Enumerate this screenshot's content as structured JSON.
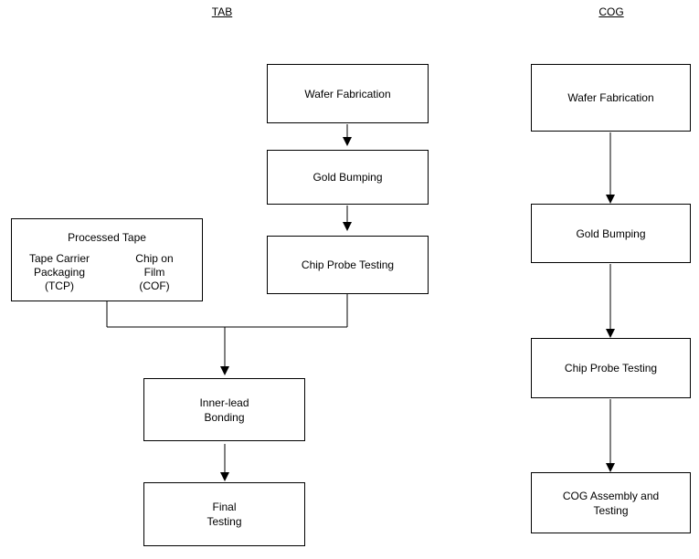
{
  "diagram": {
    "columns": [
      {
        "id": "tab",
        "title": "TAB"
      },
      {
        "id": "cog",
        "title": "COG"
      }
    ],
    "tab_nodes": {
      "wafer_fabrication": "Wafer Fabrication",
      "gold_bumping": "Gold Bumping",
      "chip_probe_testing": "Chip Probe Testing",
      "processed_tape_title": "Processed Tape",
      "processed_tape_left": "Tape Carrier\nPackaging\n(TCP)",
      "processed_tape_right": "Chip on\nFilm\n(COF)",
      "inner_lead_bonding": "Inner-lead\nBonding",
      "final_testing": "Final\nTesting"
    },
    "cog_nodes": {
      "wafer_fabrication": "Wafer Fabrication",
      "gold_bumping": "Gold Bumping",
      "chip_probe_testing": "Chip Probe Testing",
      "cog_assembly_and_testing": "COG Assembly and\nTesting"
    },
    "style": {
      "line_color": "#000000",
      "box_fill": "#ffffff",
      "text_color": "#000000"
    }
  }
}
